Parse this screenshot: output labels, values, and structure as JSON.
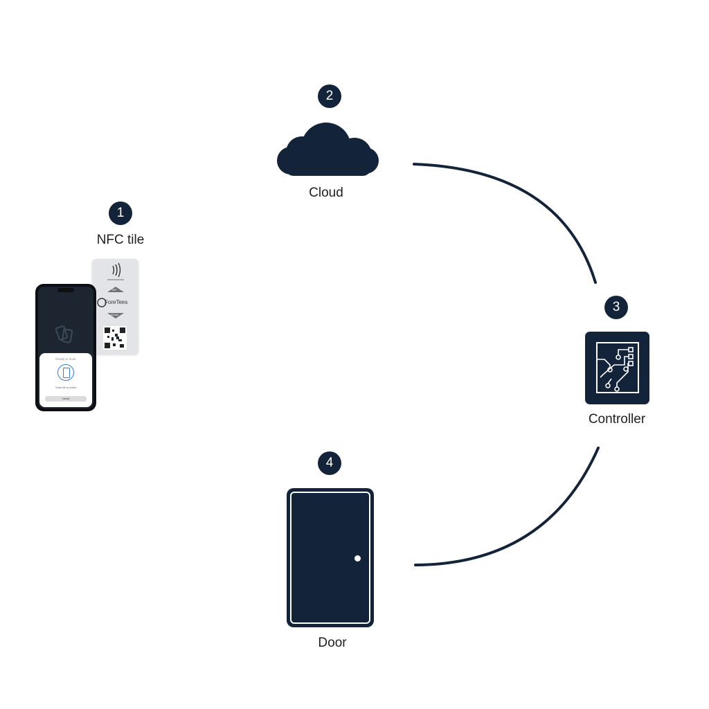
{
  "colors": {
    "primary": "#13233a",
    "background": "#ffffff",
    "tile": "#e3e4e7"
  },
  "steps": [
    {
      "number": "1",
      "label": "NFC tile",
      "icon": "nfc-tile-phone-icon"
    },
    {
      "number": "2",
      "label": "Cloud",
      "icon": "cloud-icon"
    },
    {
      "number": "3",
      "label": "Controller",
      "icon": "circuit-board-icon"
    },
    {
      "number": "4",
      "label": "Door",
      "icon": "door-icon"
    }
  ],
  "nfc_tile": {
    "brand": "ForeTees",
    "tap_label": "TAP",
    "scan_label": "SCAN"
  },
  "phone": {
    "sheet_title": "Ready to Scan",
    "sheet_subtitle": "Touch Me to unlock",
    "cancel_label": "Cancel"
  }
}
